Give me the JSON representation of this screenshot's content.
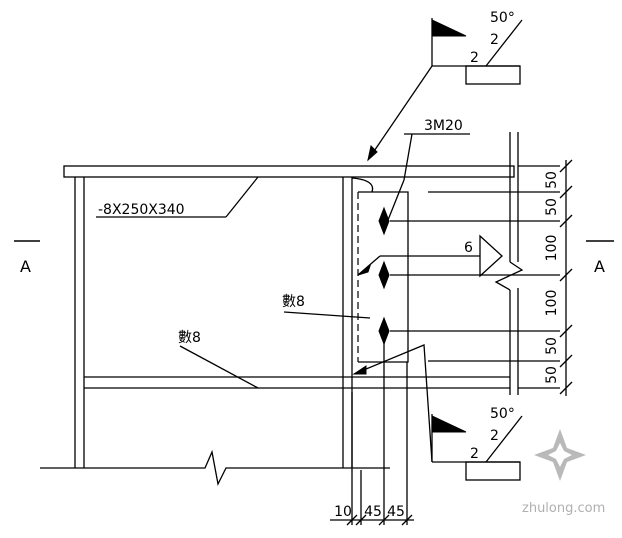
{
  "labels": {
    "plate": "-8X250X340",
    "bolts": "3M20",
    "weld_size_1": "數8",
    "weld_size_2": "數8",
    "fillet_size": "6",
    "section_left": "A",
    "section_right": "A"
  },
  "weld_symbols": {
    "top": {
      "angle": "50°",
      "gap": "2",
      "root": "2"
    },
    "bottom": {
      "angle": "50°",
      "gap": "2",
      "root": "2"
    }
  },
  "dimensions": {
    "vertical": [
      "50",
      "50",
      "100",
      "100",
      "50",
      "50"
    ],
    "horizontal": [
      "10",
      "45",
      "45"
    ]
  },
  "watermark": {
    "text": "zhulong.com"
  }
}
